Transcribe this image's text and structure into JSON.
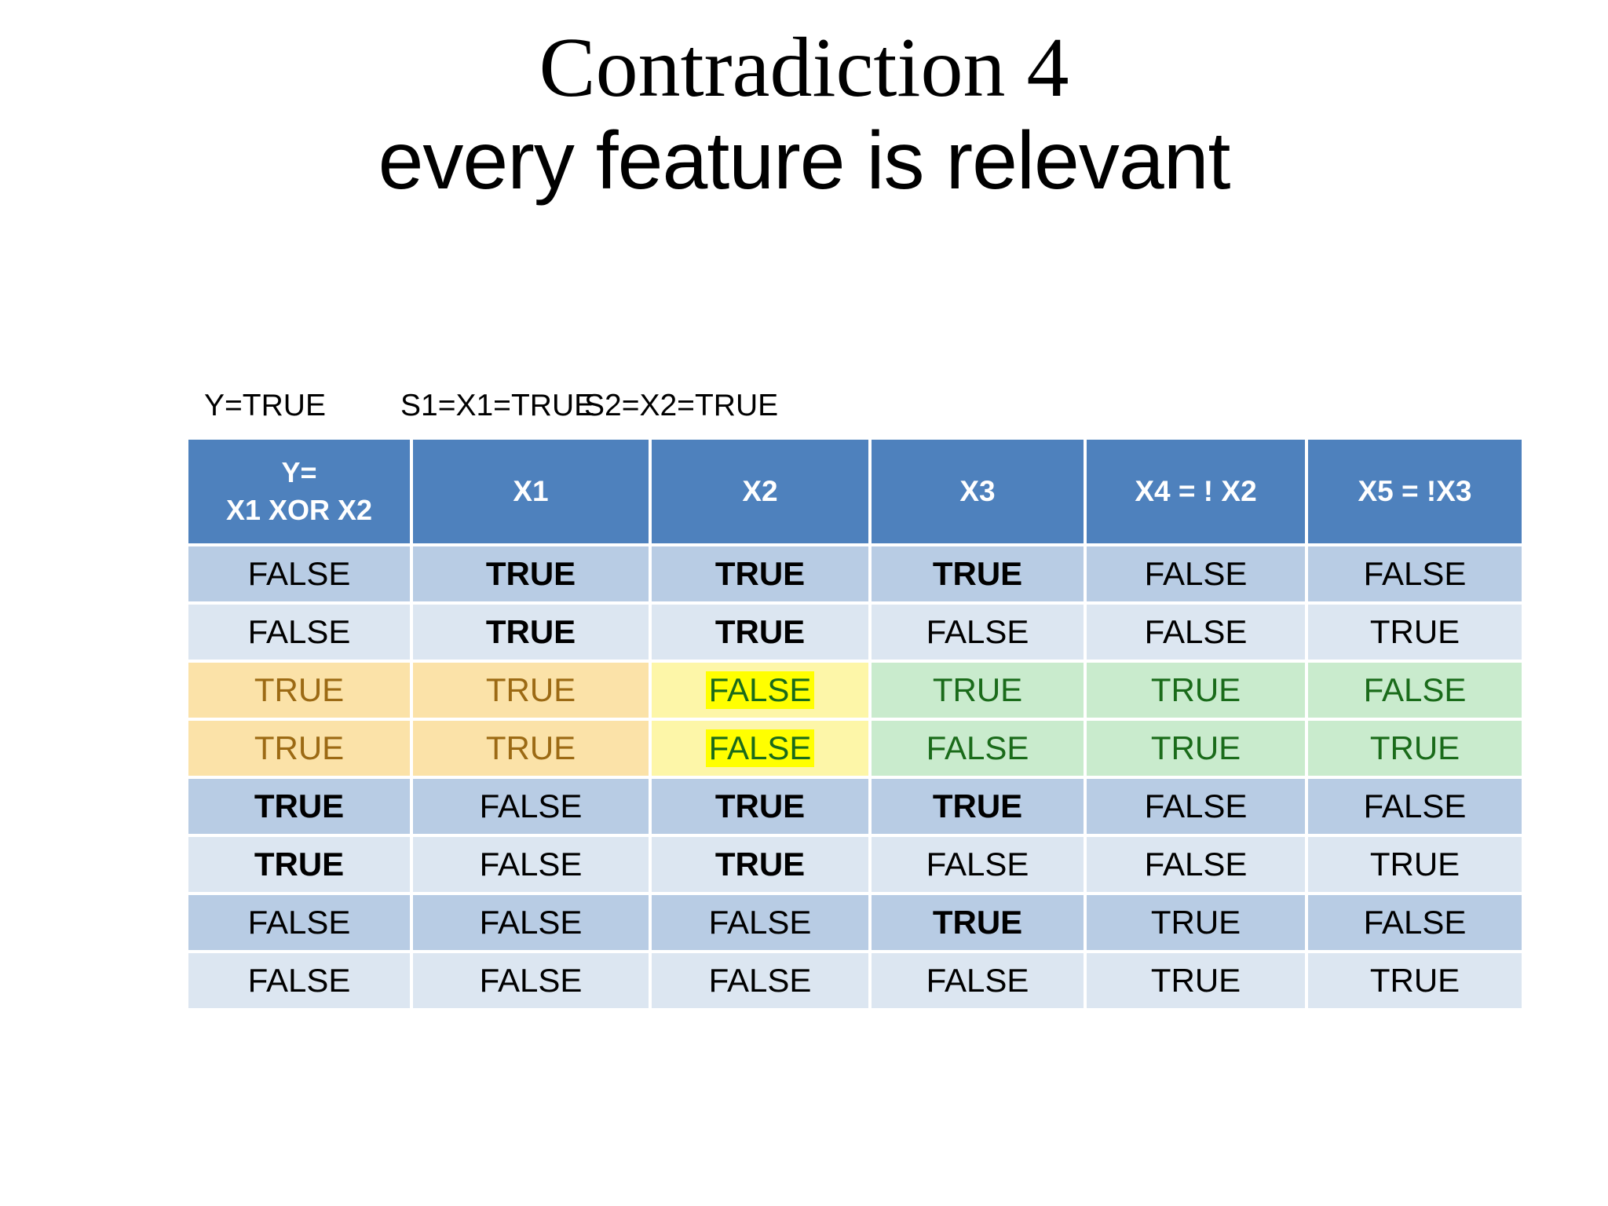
{
  "title": {
    "line1": "Contradiction 4",
    "line2": "every feature is relevant"
  },
  "annotations": [
    {
      "text": "Y=TRUE"
    },
    {
      "text": "S1=X1=TRUE"
    },
    {
      "text": "S2=X2=TRUE"
    }
  ],
  "table": {
    "headers": [
      {
        "line1": "Y=",
        "line2": "X1 XOR X2"
      },
      {
        "line1": "X1",
        "line2": ""
      },
      {
        "line1": "X2",
        "line2": ""
      },
      {
        "line1": "X3",
        "line2": ""
      },
      {
        "line1": "X4 = ! X2",
        "line2": ""
      },
      {
        "line1": "X5 = !X3",
        "line2": ""
      }
    ],
    "rows": [
      {
        "cells": [
          "FALSE",
          "TRUE",
          "TRUE",
          "TRUE",
          "FALSE",
          "FALSE"
        ]
      },
      {
        "cells": [
          "FALSE",
          "TRUE",
          "TRUE",
          "FALSE",
          "FALSE",
          "TRUE"
        ]
      },
      {
        "cells": [
          "TRUE",
          "TRUE",
          "FALSE",
          "TRUE",
          "TRUE",
          "FALSE"
        ]
      },
      {
        "cells": [
          "TRUE",
          "TRUE",
          "FALSE",
          "FALSE",
          "TRUE",
          "TRUE"
        ]
      },
      {
        "cells": [
          "TRUE",
          "FALSE",
          "TRUE",
          "TRUE",
          "FALSE",
          "FALSE"
        ]
      },
      {
        "cells": [
          "TRUE",
          "FALSE",
          "TRUE",
          "FALSE",
          "FALSE",
          "TRUE"
        ]
      },
      {
        "cells": [
          "FALSE",
          "FALSE",
          "FALSE",
          "TRUE",
          "TRUE",
          "FALSE"
        ]
      },
      {
        "cells": [
          "FALSE",
          "FALSE",
          "FALSE",
          "FALSE",
          "TRUE",
          "TRUE"
        ]
      }
    ]
  },
  "colors": {
    "header_blue": "#4E81BD",
    "band_dark": "#B8CCE4",
    "band_light": "#DCE6F1",
    "highlight_orange": "#FBE2A8",
    "highlight_green": "#C9EBCD",
    "highlight_yellow": "#FFFF00",
    "text_brown": "#9C6A14",
    "text_green": "#1A6B1A"
  }
}
